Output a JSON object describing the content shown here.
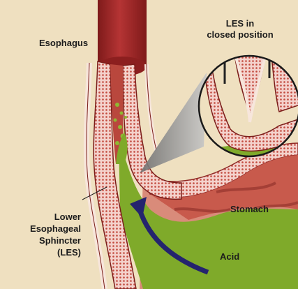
{
  "labels": {
    "esophagus": "Esophagus",
    "les_closed_line1": "LES in",
    "les_closed_line2": "closed position",
    "les_line1": "Lower",
    "les_line2": "Esophageal",
    "les_line3": "Sphincter",
    "les_line4": "(LES)",
    "stomach": "Stomach",
    "acid": "Acid"
  },
  "colors": {
    "background": "#efe0c0",
    "esophagus_red": "#a32b2b",
    "tissue_pink": "#f2c6bf",
    "muscle_dots": "#c2493d",
    "acid_green": "#7faa2a",
    "arrow_blue": "#24246e",
    "stomach_wall": "#b94540"
  }
}
